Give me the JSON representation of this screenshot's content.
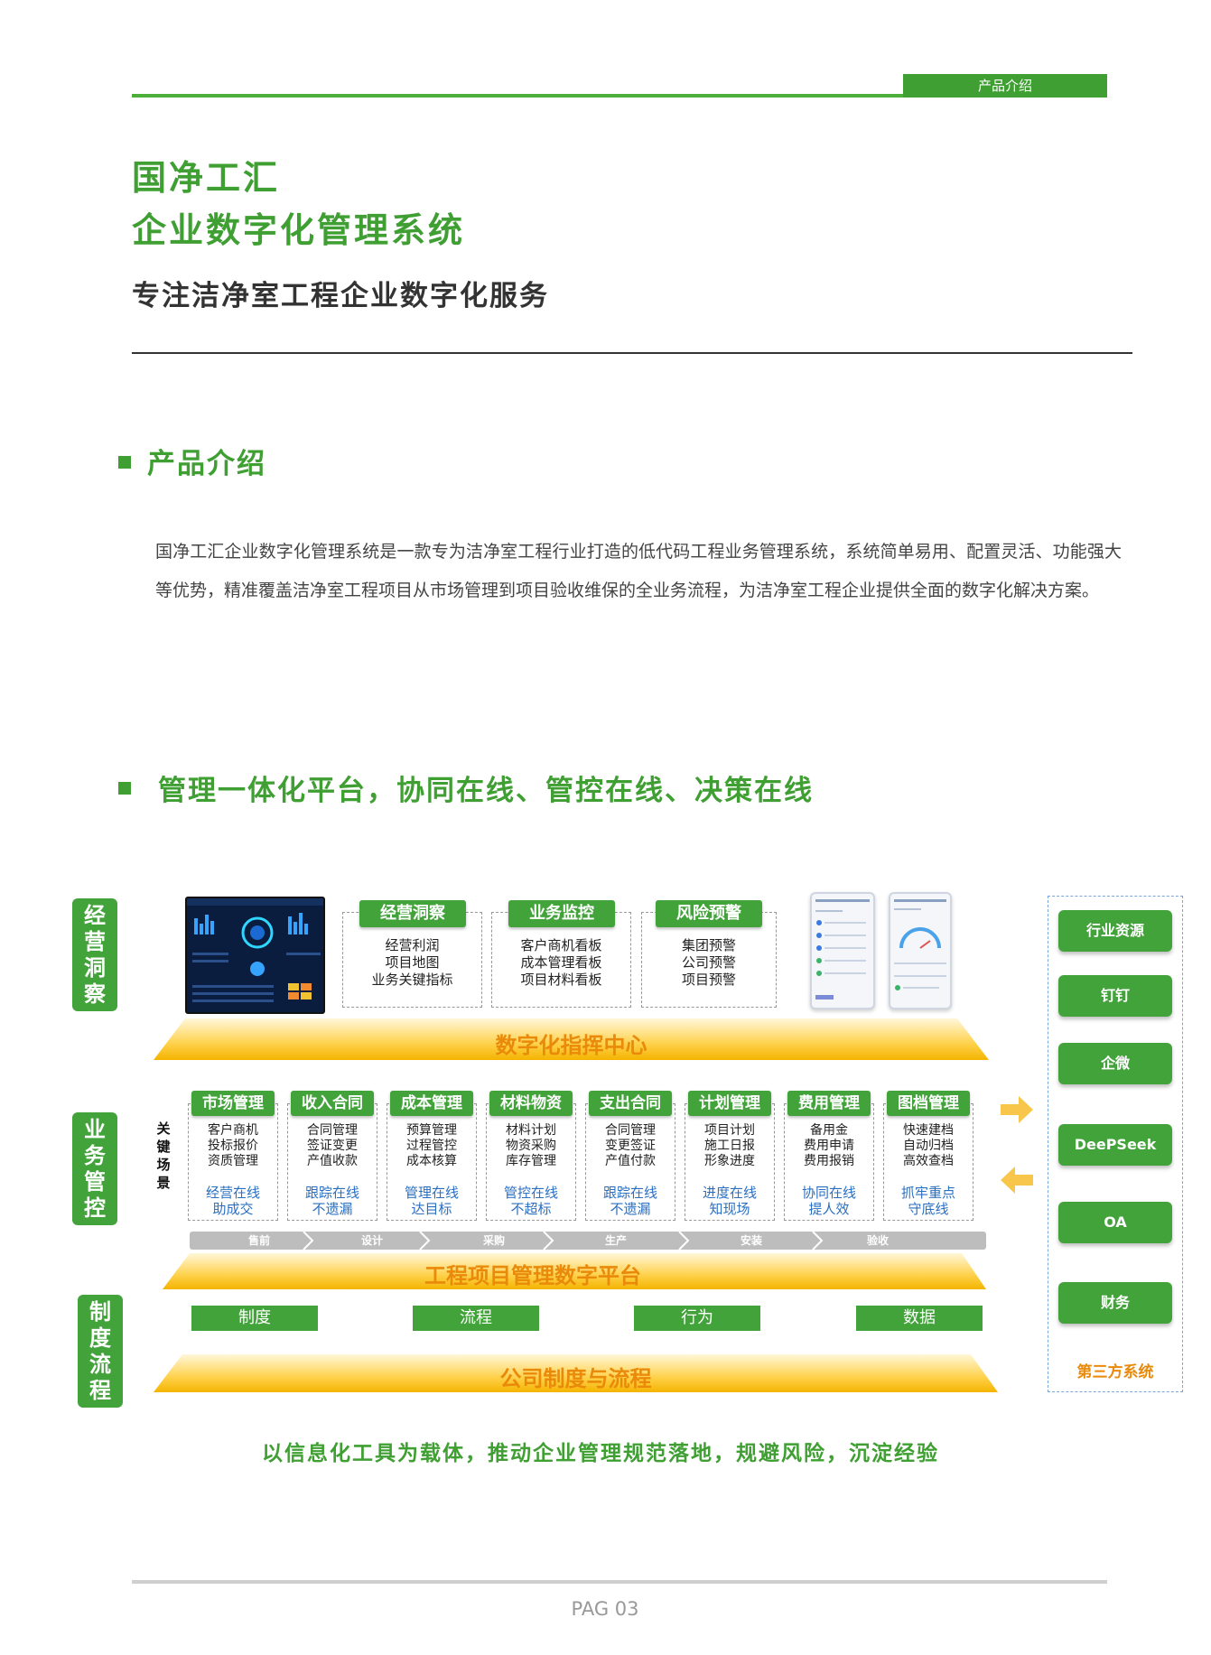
{
  "header": {
    "tag": "产品介绍"
  },
  "title": {
    "line1": "国净工汇",
    "line2": "企业数字化管理系统",
    "subtitle": "专注洁净室工程企业数字化服务"
  },
  "section1": {
    "title": "产品介绍",
    "paragraph": "国净工汇企业数字化管理系统是一款专为洁净室工程行业打造的低代码工程业务管理系统，系统简单易用、配置灵活、功能强大等优势，精准覆盖洁净室工程项目从市场管理到项目验收维保的全业务流程，为洁净室工程企业提供全面的数字化解决方案。"
  },
  "section2": {
    "title": "管理一体化平台，协同在线、管控在线、决策在线"
  },
  "diagram": {
    "side_labels": {
      "insight": [
        "经",
        "营",
        "洞",
        "察"
      ],
      "control": [
        "业",
        "务",
        "管",
        "控"
      ],
      "process": [
        "制",
        "度",
        "流",
        "程"
      ]
    },
    "insight_boxes": [
      {
        "title": "经营洞察",
        "lines": [
          "经营利润",
          "项目地图",
          "业务关键指标"
        ]
      },
      {
        "title": "业务监控",
        "lines": [
          "客户商机看板",
          "成本管理看板",
          "项目材料看板"
        ]
      },
      {
        "title": "风险预警",
        "lines": [
          "集团预警",
          "公司预警",
          "项目预警"
        ]
      }
    ],
    "command_center": "数字化指挥中心",
    "key_scene_label": [
      "关",
      "键",
      "场",
      "景"
    ],
    "modules": [
      {
        "title": "市场管理",
        "lines": [
          "客户商机",
          "投标报价",
          "资质管理"
        ],
        "blue": [
          "经营在线",
          "助成交"
        ]
      },
      {
        "title": "收入合同",
        "lines": [
          "合同管理",
          "签证变更",
          "产值收款"
        ],
        "blue": [
          "跟踪在线",
          "不遗漏"
        ]
      },
      {
        "title": "成本管理",
        "lines": [
          "预算管理",
          "过程管控",
          "成本核算"
        ],
        "blue": [
          "管理在线",
          "达目标"
        ]
      },
      {
        "title": "材料物资",
        "lines": [
          "材料计划",
          "物资采购",
          "库存管理"
        ],
        "blue": [
          "管控在线",
          "不超标"
        ]
      },
      {
        "title": "支出合同",
        "lines": [
          "合同管理",
          "变更签证",
          "产值付款"
        ],
        "blue": [
          "跟踪在线",
          "不遗漏"
        ]
      },
      {
        "title": "计划管理",
        "lines": [
          "项目计划",
          "施工日报",
          "形象进度"
        ],
        "blue": [
          "进度在线",
          "知现场"
        ]
      },
      {
        "title": "费用管理",
        "lines": [
          "备用金",
          "费用申请",
          "费用报销"
        ],
        "blue": [
          "协同在线",
          "提人效"
        ]
      },
      {
        "title": "图档管理",
        "lines": [
          "快速建档",
          "自动归档",
          "高效查档"
        ],
        "blue": [
          "抓牢重点",
          "守底线"
        ]
      }
    ],
    "stages": [
      "售前",
      "设计",
      "采购",
      "生产",
      "安装",
      "验收"
    ],
    "platform": "工程项目管理数字平台",
    "rules": [
      "制度",
      "流程",
      "行为",
      "数据"
    ],
    "company": "公司制度与流程",
    "third_party": {
      "items": [
        "行业资源",
        "钉钉",
        "企微",
        "DeePSeek",
        "OA",
        "财务"
      ],
      "label": "第三方系统"
    },
    "colors": {
      "green": "#43a33b",
      "orange": "#e98a0a",
      "blue": "#2a6fc1"
    }
  },
  "slogan": "以信息化工具为载体，推动企业管理规范落地，规避风险，沉淀经验",
  "footer": {
    "page": "PAG 03"
  }
}
